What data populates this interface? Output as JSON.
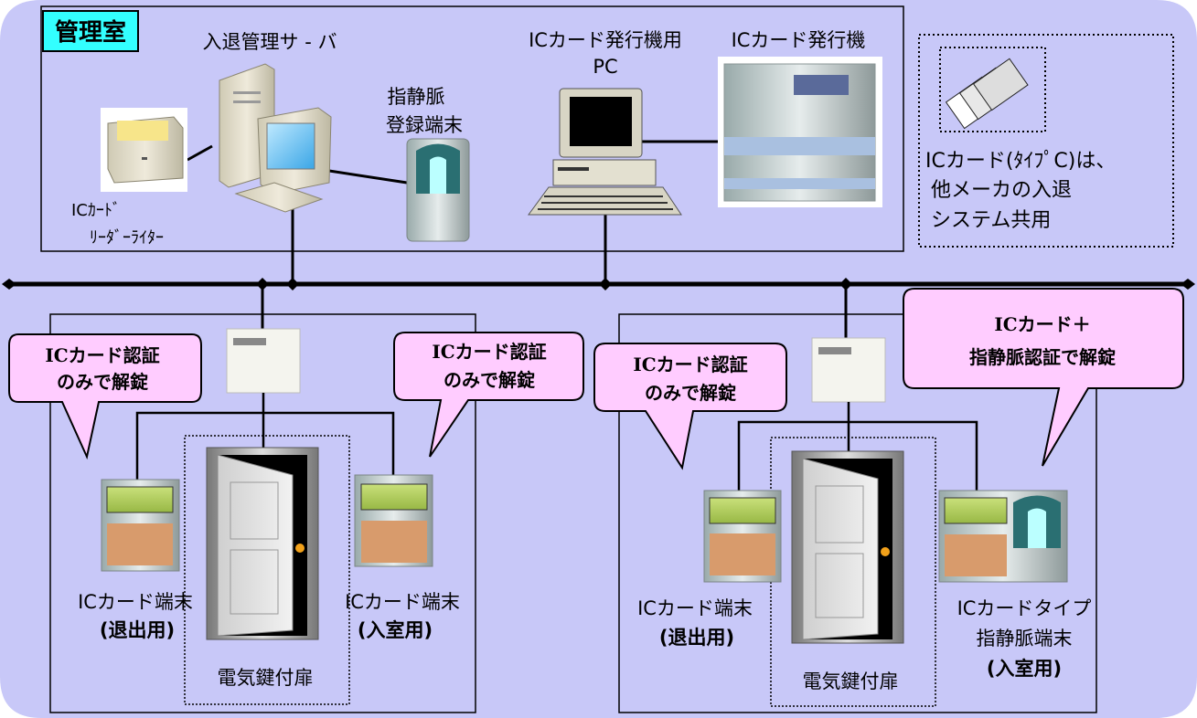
{
  "control_room": {
    "badge": "管理室",
    "server_label": "入退管理サ - バ",
    "issuer_pc_label_line1": "ICカード発行機用",
    "issuer_pc_label_line2": "PC",
    "issuer_label": "ICカード発行機",
    "finger_reg_line1": "指静脈",
    "finger_reg_line2": "登録端末",
    "rw_label_line1": "ICｶｰﾄﾞ",
    "rw_label_line2": "ﾘｰﾀﾞｰﾗｲﾀｰ"
  },
  "note": {
    "line1": "ICカード(ﾀｲﾌﾟC)は、",
    "line2": "他メーカの入退",
    "line3": "システム共用"
  },
  "left_room": {
    "bubble_exit_line1": "ICカード認証",
    "bubble_exit_line2": "のみで解錠",
    "bubble_entry_line1": "ICカード認証",
    "bubble_entry_line2": "のみで解錠",
    "exit_terminal_line1": "ICカード端末",
    "exit_terminal_line2": "(退出用)",
    "entry_terminal_line1": "ICカード端末",
    "entry_terminal_line2": "(入室用)",
    "door_label": "電気鍵付扉"
  },
  "right_room": {
    "bubble_exit_line1": "ICカード認証",
    "bubble_exit_line2": "のみで解錠",
    "bubble_entry_line1": "ICカード＋",
    "bubble_entry_line2": "指静脈認証で解錠",
    "exit_terminal_line1": "ICカード端末",
    "exit_terminal_line2": "(退出用)",
    "entry_terminal_line1": "ICカードタイプ",
    "entry_terminal_line2": "指静脈端末",
    "entry_terminal_line3": "(入室用)",
    "door_label": "電気鍵付扉"
  },
  "colors": {
    "background": "#c8c8f8",
    "badge_fill": "#33ffff",
    "bubble_fill": "#ffccff"
  }
}
